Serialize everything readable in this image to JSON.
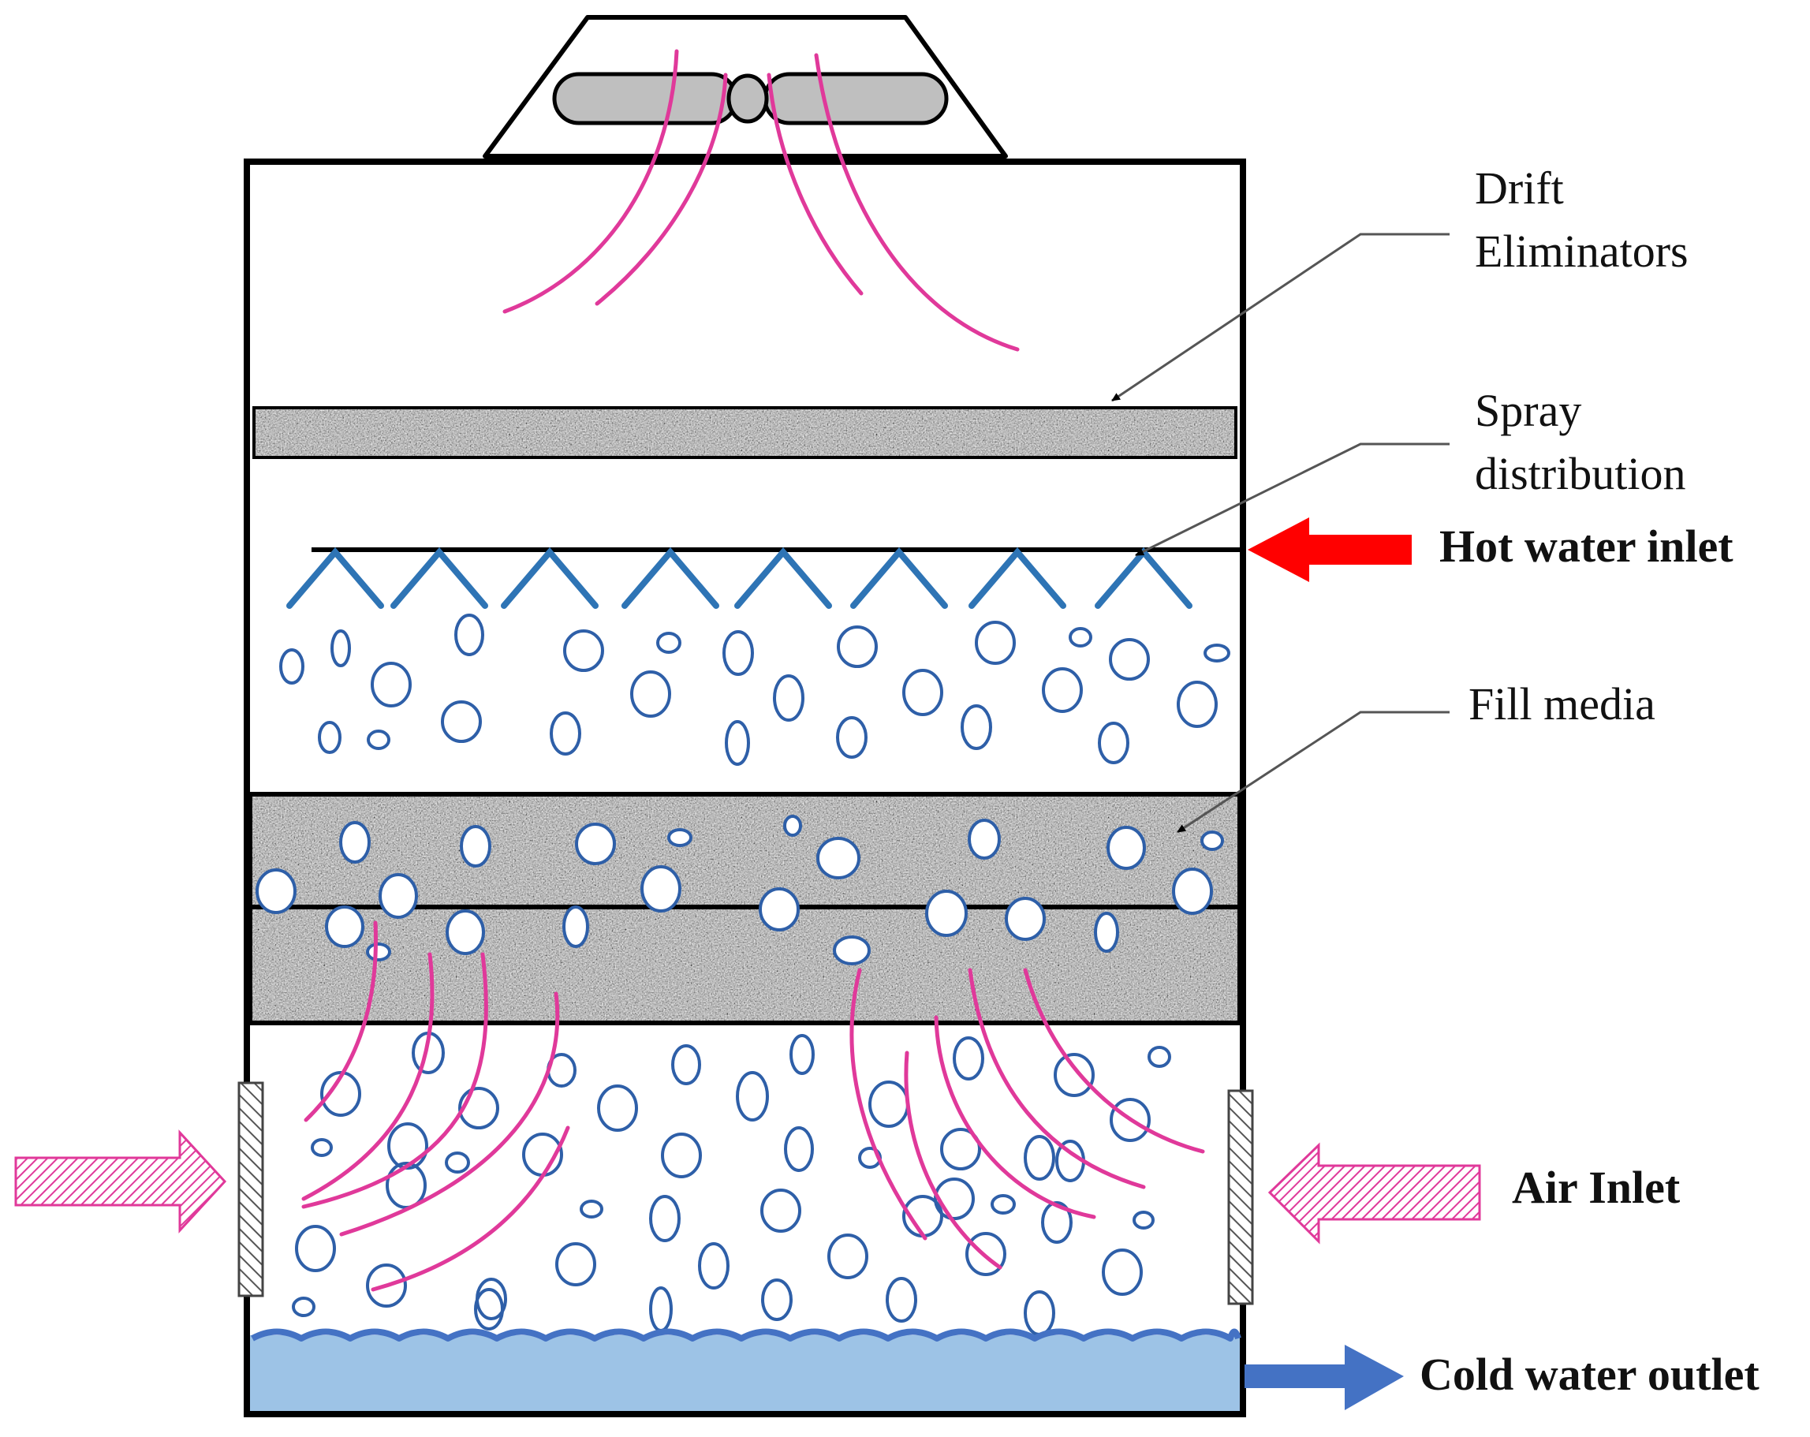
{
  "labels": {
    "drift_eliminators": [
      "Drift",
      "Eliminators"
    ],
    "spray_distribution": [
      "Spray",
      "distribution"
    ],
    "fill_media": "Fill media",
    "hot_water_inlet": "Hot water inlet",
    "air_inlet": "Air Inlet",
    "cold_water_outlet": "Cold water outlet"
  },
  "colors": {
    "outline": "#000000",
    "airflow": "#e0399a",
    "droplet": "#2e5fa8",
    "nozzle": "#2e74b5",
    "hot_water_arrow": "#ff0000",
    "cold_water_arrow": "#4472c4",
    "basin_water": "#9dc3e6",
    "fan_blade": "#bfbfbf",
    "fill_texture": "#8c8c8c"
  },
  "icons": {
    "fan": "fan-icon",
    "hot_arrow": "arrow-left-icon",
    "air_arrow": "hatched-arrow-icon",
    "cold_arrow": "arrow-right-icon"
  }
}
